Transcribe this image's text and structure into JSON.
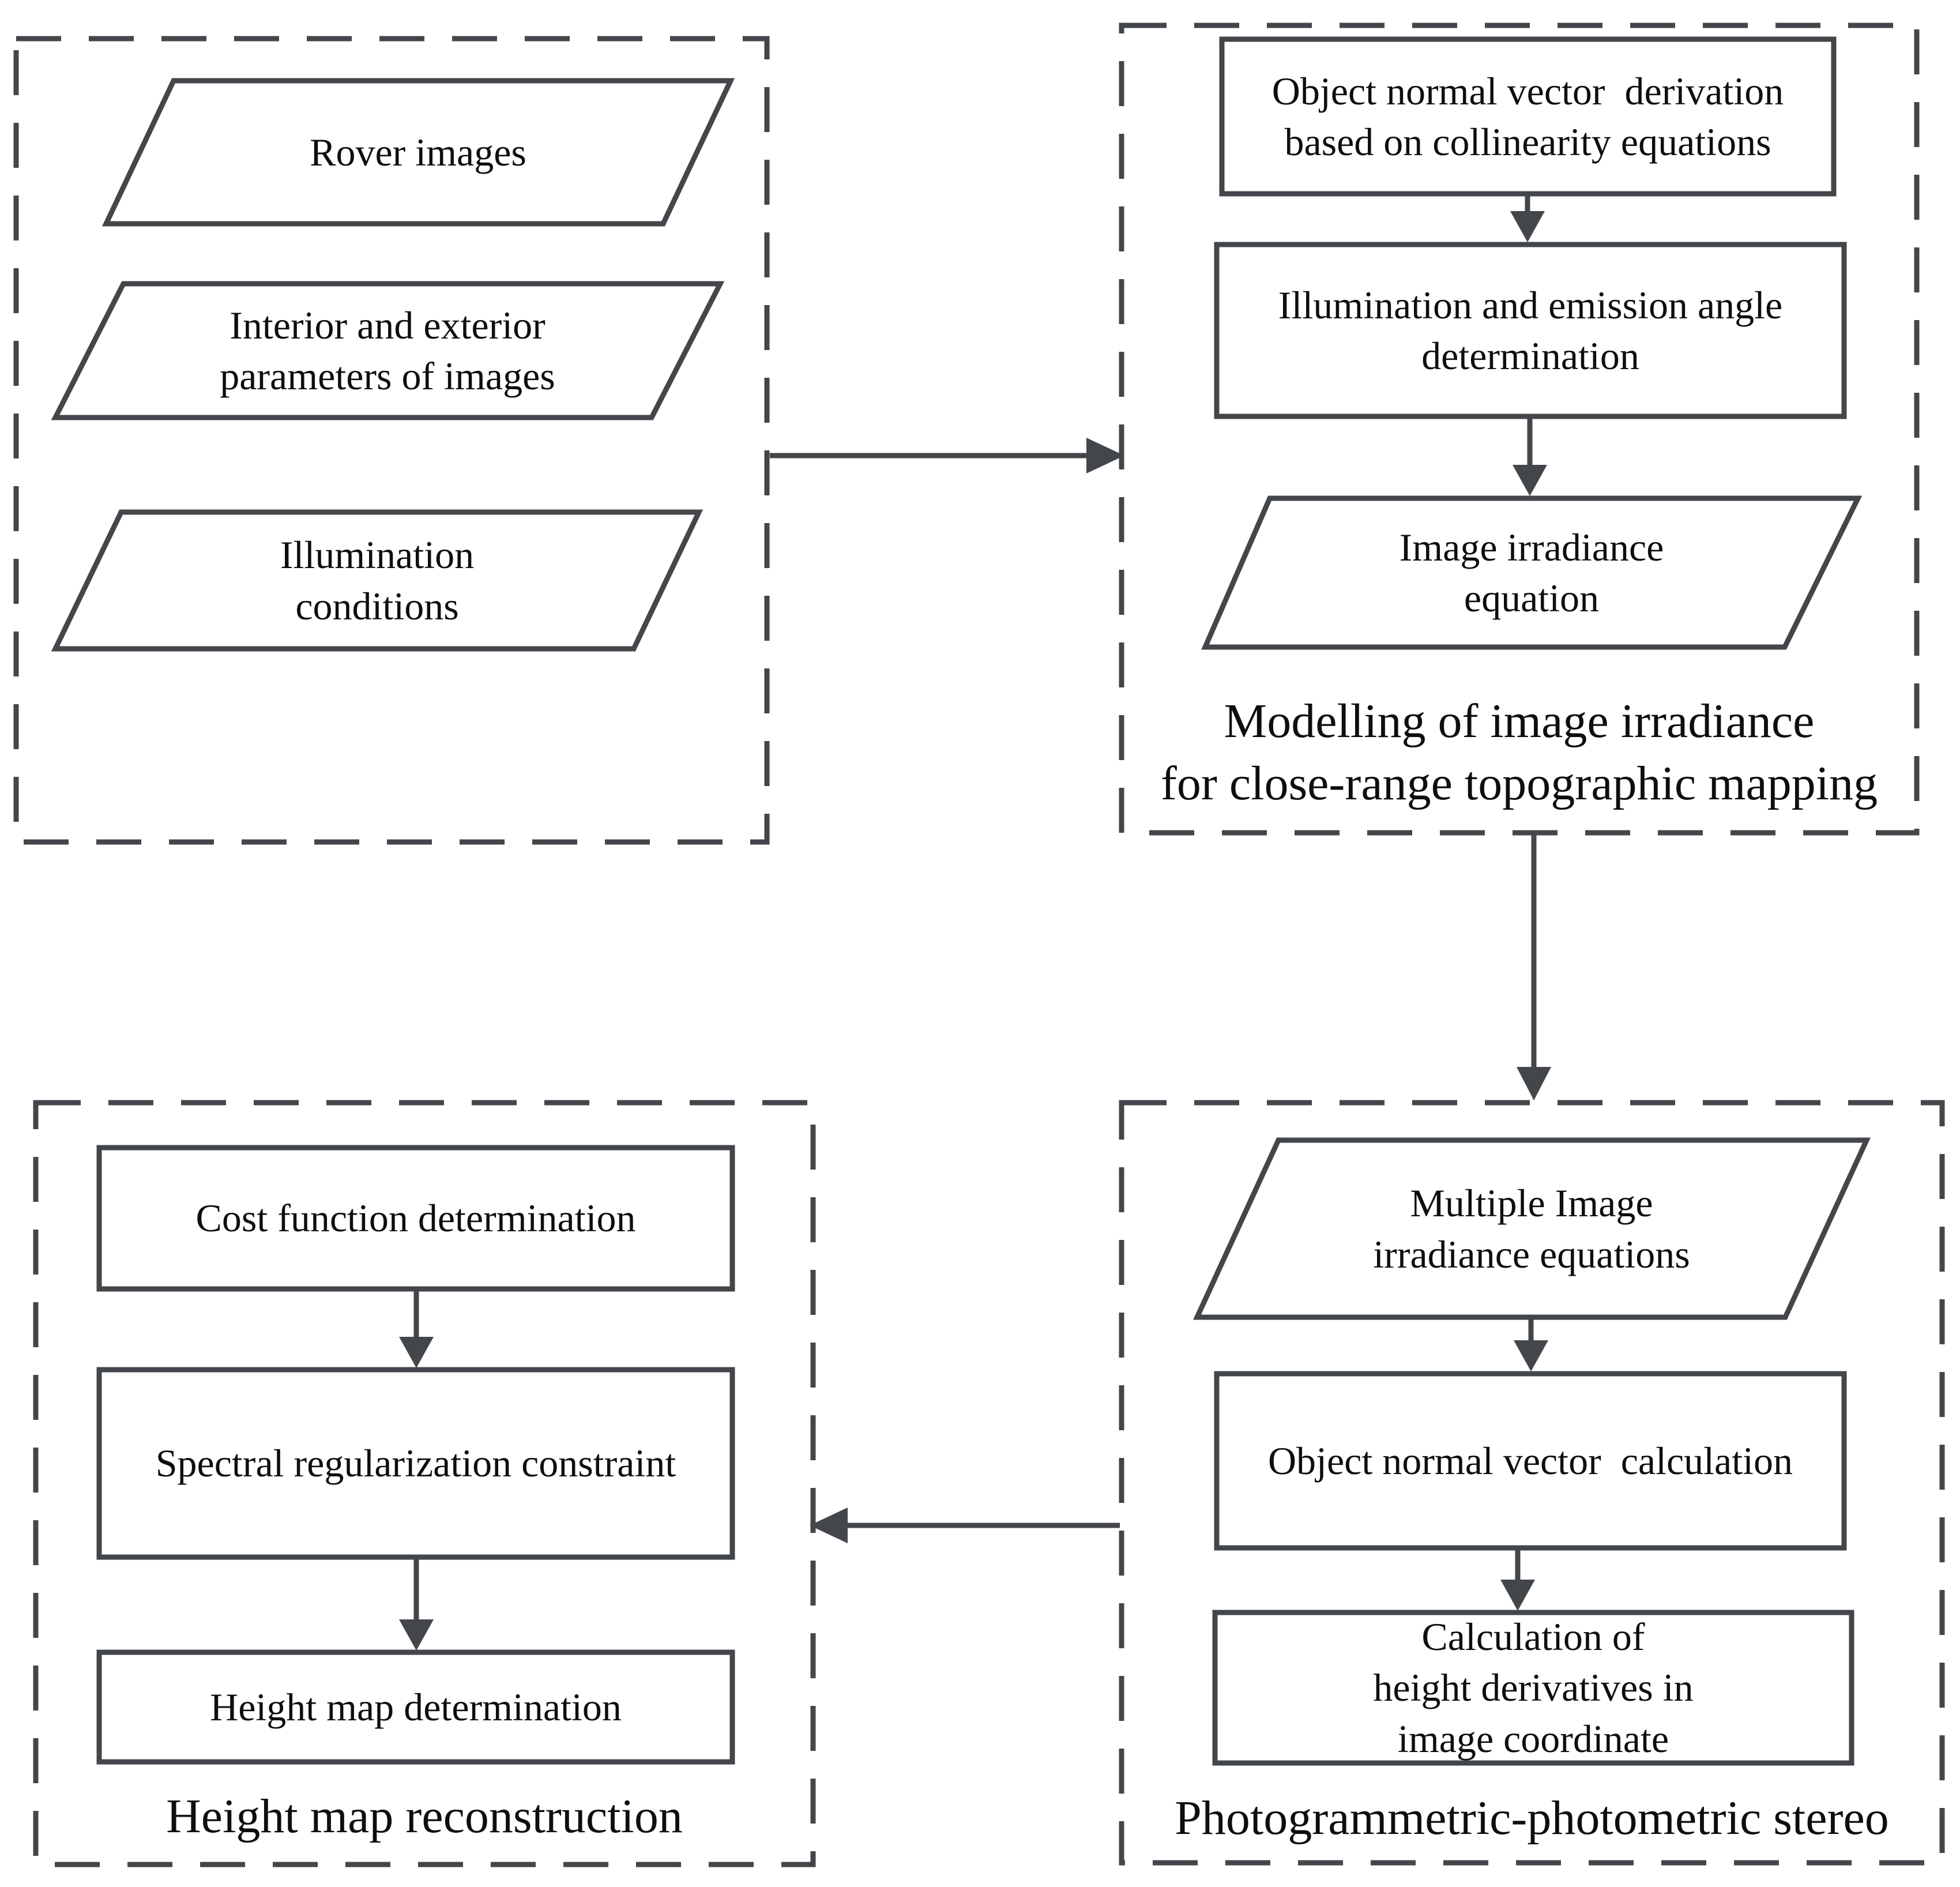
{
  "colors": {
    "stroke": "#43464a",
    "text": "#0e0e0e",
    "background": "#ffffff"
  },
  "nodes": {
    "rover_images": "Rover images",
    "image_parameters": "Interior and exterior\nparameters of images",
    "illumination_conditions": "Illumination\nconditions",
    "normal_vector_derivation": "Object normal vector  derivation\nbased on collinearity equations",
    "angle_determination": "Illumination and emission angle\ndetermination",
    "image_irradiance_equation": "Image irradiance\nequation",
    "multiple_irradiance_equations": "Multiple Image\nirradiance equations",
    "normal_vector_calculation": "Object normal vector  calculation",
    "height_derivatives_calculation": "Calculation of\nheight derivatives in\nimage coordinate",
    "cost_function": "Cost function determination",
    "spectral_constraint": "Spectral regularization constraint",
    "height_map_determination": "Height map determination"
  },
  "section_labels": {
    "modelling": "Modelling of image irradiance\nfor close-range topographic mapping",
    "photogrammetric_stereo": "Photogrammetric-photometric stereo",
    "height_map_reconstruction": "Height map reconstruction"
  }
}
